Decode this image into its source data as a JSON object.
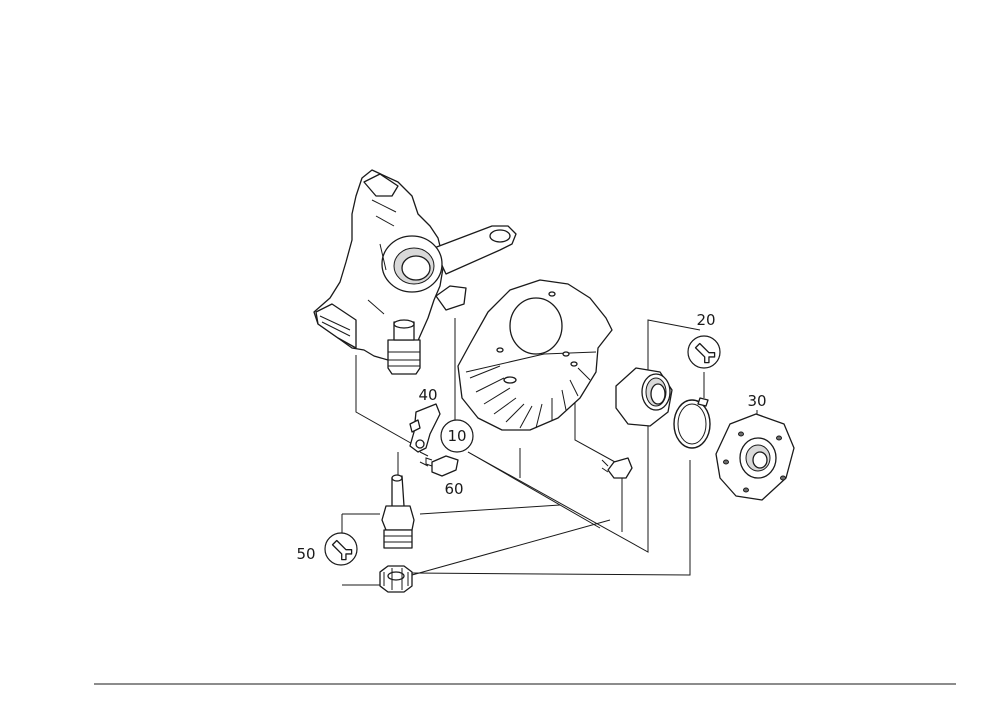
{
  "callouts": {
    "c10": "10",
    "c20": "20",
    "c30": "30",
    "c40": "40",
    "c50": "50",
    "c60": "60"
  },
  "icons": {
    "wrench20": "wrench-icon",
    "wrench50": "wrench-icon"
  },
  "colors": {
    "line": "#1a1a1a",
    "background": "#ffffff"
  }
}
